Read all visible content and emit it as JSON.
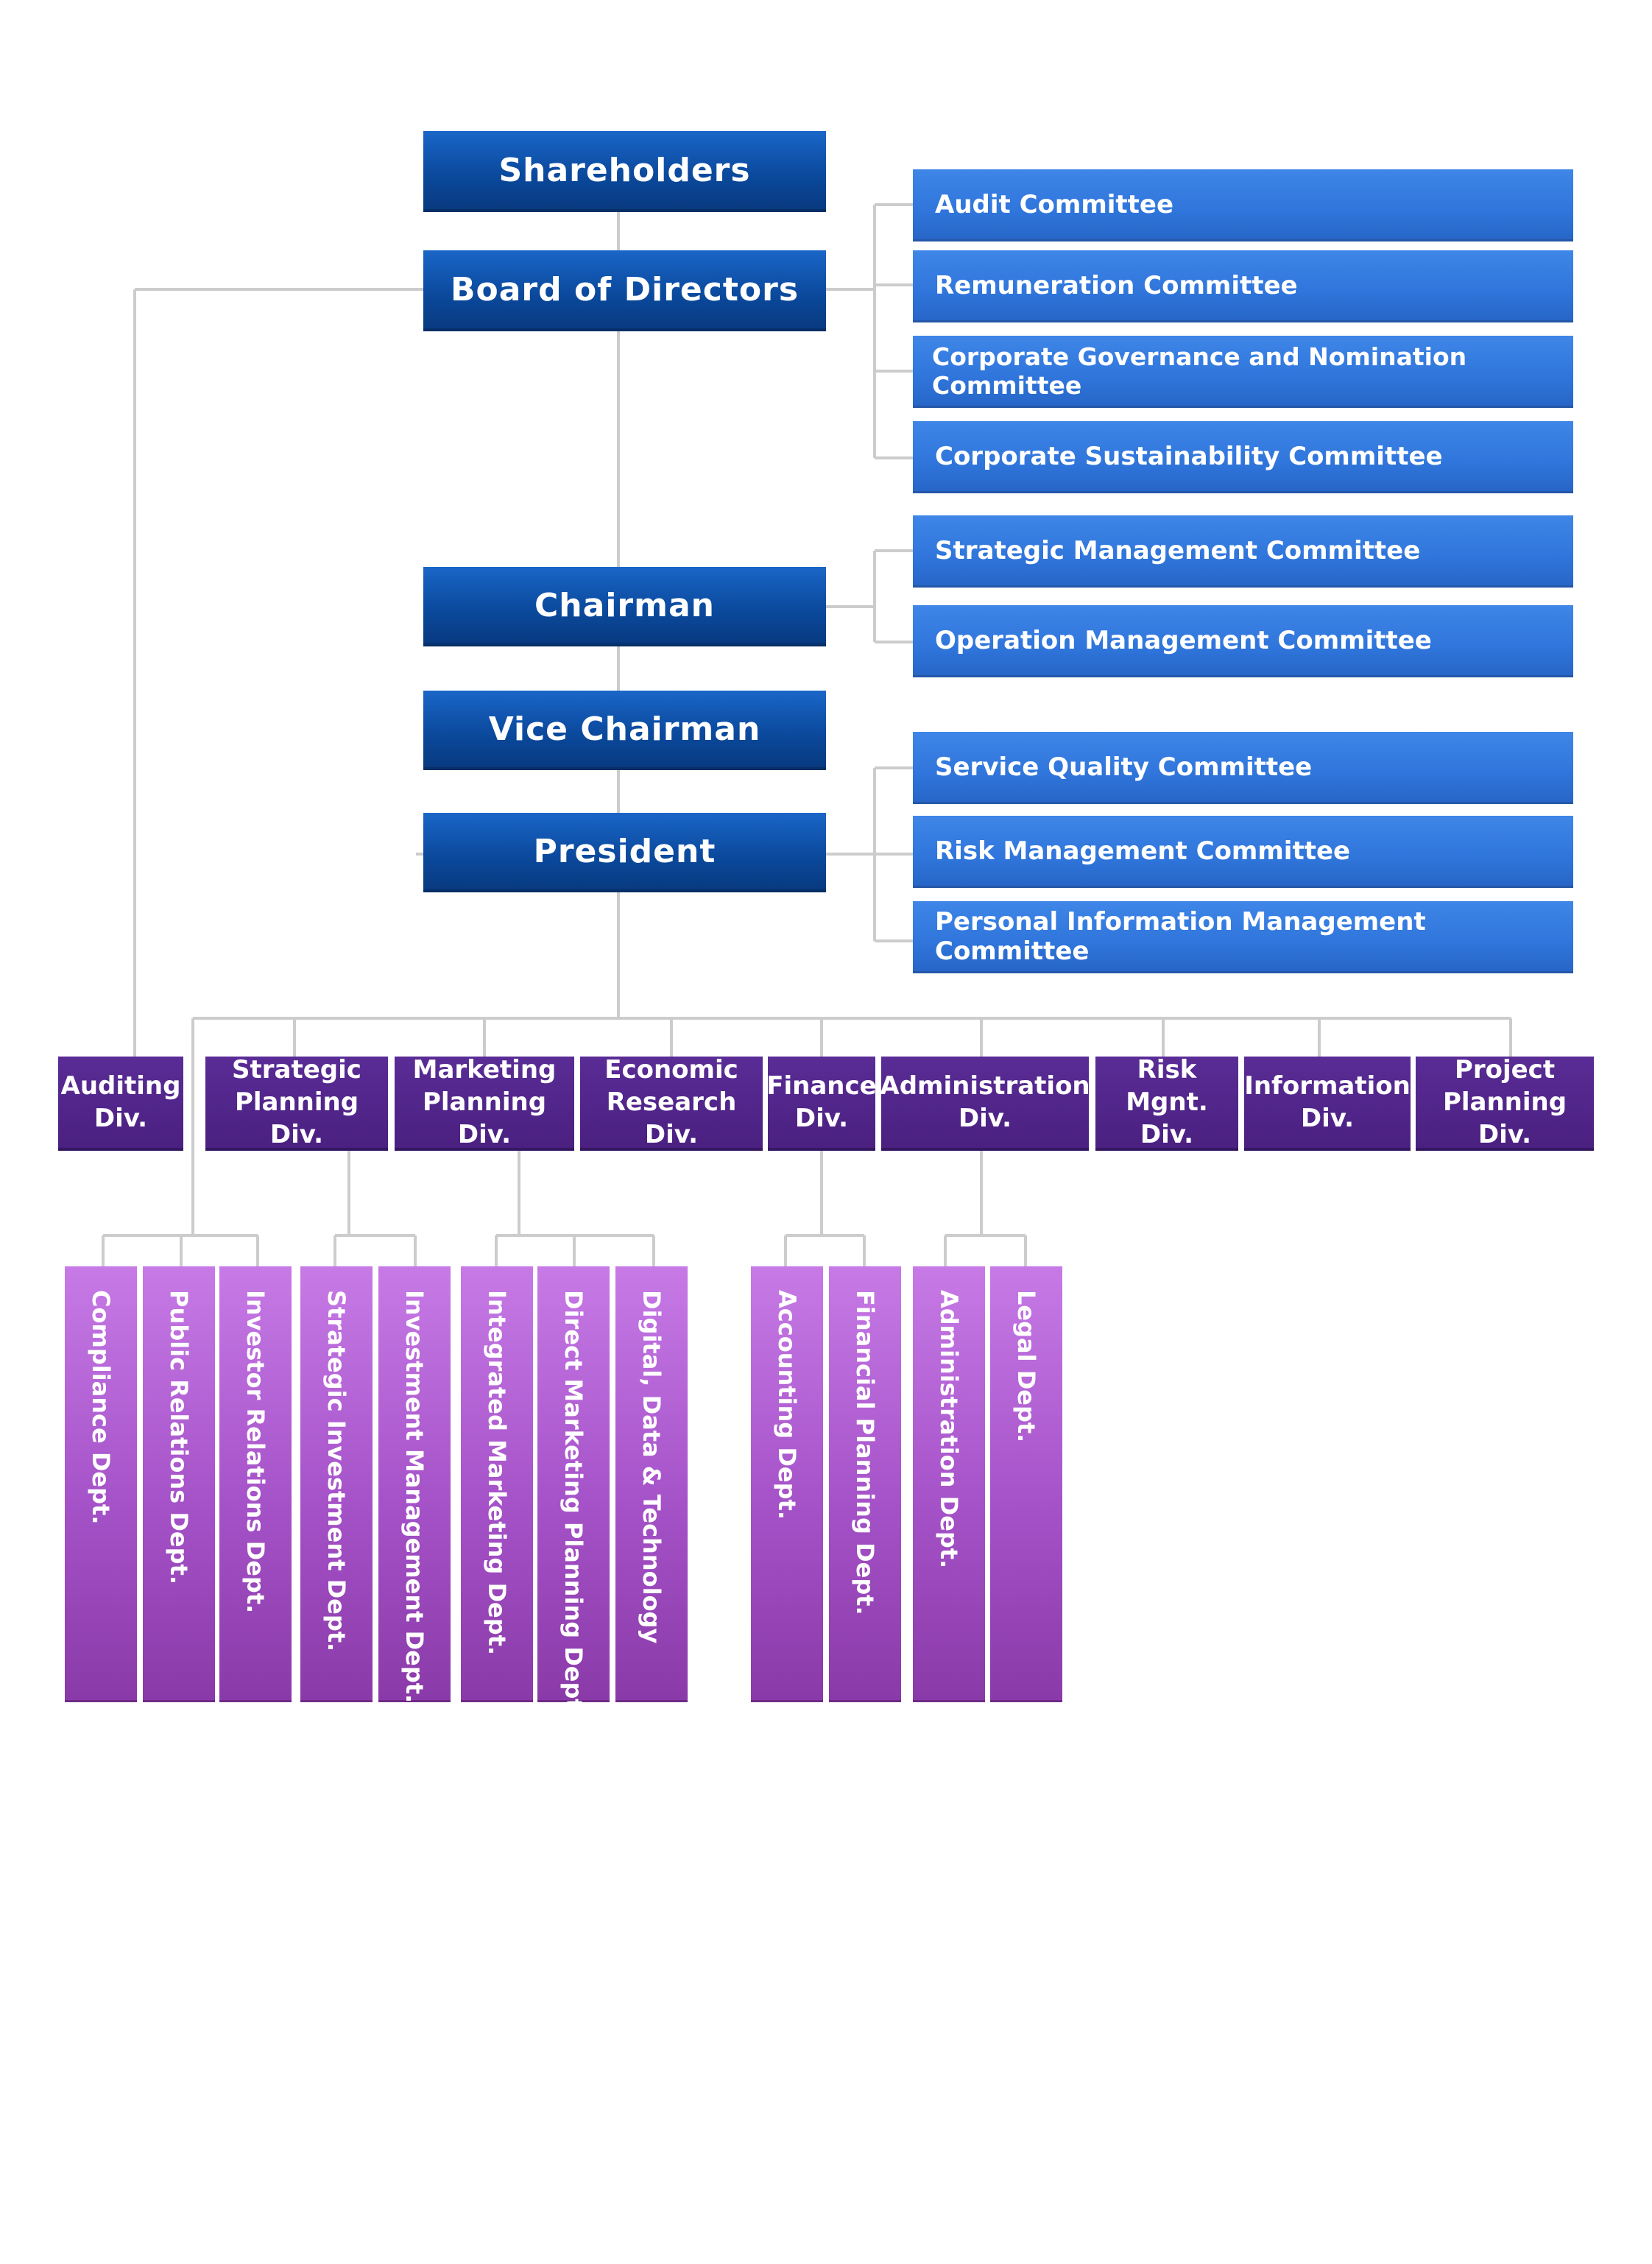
{
  "executives": {
    "shareholders": "Shareholders",
    "board": "Board of Directors",
    "chairman": "Chairman",
    "vice_chairman": "Vice Chairman",
    "president": "President"
  },
  "committees": {
    "audit": "Audit Committee",
    "remuneration": "Remuneration Committee",
    "governance": "Corporate Governance and Nomination Committee",
    "sustainability": "Corporate Sustainability Committee",
    "strategic_mgmt": "Strategic Management Committee",
    "operation_mgmt": "Operation Management Committee",
    "service_quality": "Service Quality Committee",
    "risk_mgmt": "Risk Management Committee",
    "personal_info": "Personal Information Management Committee"
  },
  "divisions": {
    "auditing": [
      "Auditing",
      "Div."
    ],
    "strategic": [
      "Strategic",
      "Planning Div."
    ],
    "marketing": [
      "Marketing",
      "Planning Div."
    ],
    "economic": [
      "Economic",
      "Research Div."
    ],
    "finance": [
      "Finance",
      "Div."
    ],
    "administration": [
      "Administration",
      "Div."
    ],
    "risk": [
      "Risk Mgnt.",
      "Div."
    ],
    "information": [
      "Information",
      "Div."
    ],
    "project": [
      "Project",
      "Planning Div."
    ]
  },
  "departments": {
    "compliance": "Compliance Dept.",
    "public_relations": "Public Relations Dept.",
    "investor_relations": "Investor Relations Dept.",
    "strategic_investment": "Strategic Investment Dept.",
    "investment_management": "Investment Management Dept.",
    "integrated_marketing": "Integrated Marketing Dept.",
    "direct_marketing": "Direct Marketing Planning Dept.",
    "digital": "Digital, Data & Technology",
    "accounting": "Accounting Dept.",
    "financial_planning": "Financial Planning Dept.",
    "administration": "Administration Dept.",
    "legal": "Legal Dept."
  },
  "colors": {
    "executive": "#0b4a9e",
    "committee": "#2f75db",
    "division": "#4a2080",
    "department": "#a552c8",
    "connector": "#cccccc"
  }
}
